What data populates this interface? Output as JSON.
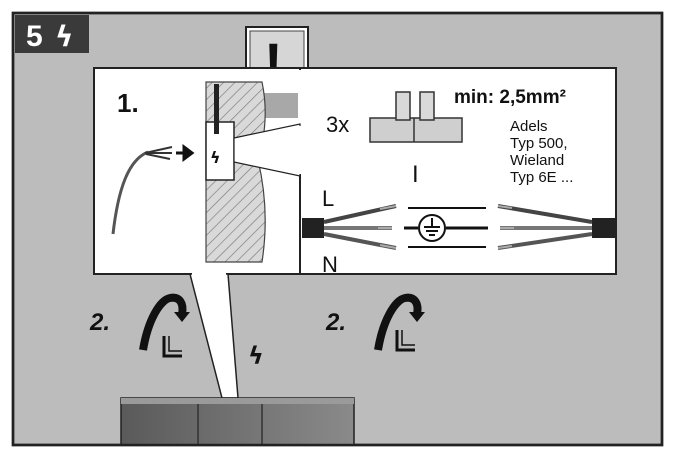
{
  "step": {
    "number": "5",
    "symbol": "ϟ"
  },
  "warning": {
    "icon": "exclamation-icon",
    "glyph": "!"
  },
  "step1": {
    "label": "1."
  },
  "spec": {
    "min_label": "min: 2,5mm²"
  },
  "terminal": {
    "count": "3x",
    "types": [
      "Adels",
      "Typ 500,",
      "Wieland",
      "Typ 6E ..."
    ]
  },
  "wiring": {
    "roman": "I",
    "live": "L",
    "neutral": "N"
  },
  "step2": {
    "label": "2."
  },
  "lightning_glyph": "ϟ",
  "colors": {
    "panel_bg": "#bdbdbd",
    "white": "#ffffff",
    "badge": "#3a3a3a",
    "ink": "#1a1a1a",
    "cabinet": "#6e6e6e"
  }
}
